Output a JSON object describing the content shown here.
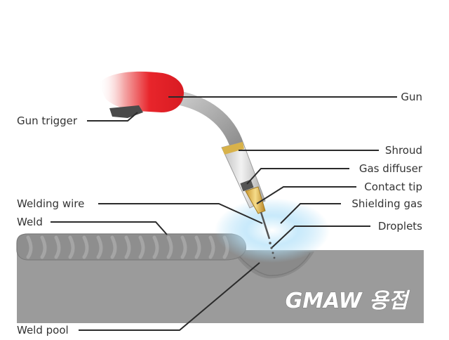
{
  "labels": {
    "gun": "Gun",
    "gun_trigger": "Gun trigger",
    "shroud": "Shroud",
    "gas_diffuser": "Gas diffuser",
    "contact_tip": "Contact tip",
    "shielding_gas": "Shielding gas",
    "welding_wire": "Welding wire",
    "droplets": "Droplets",
    "weld": "Weld",
    "weld_pool": "Weld pool"
  },
  "title": "GMAW 용접",
  "colors": {
    "handle": "#e8252b",
    "trigger": "#4a4a4a",
    "neck": "#a9a9a9",
    "shroud": "#d9d9d9",
    "brass": "#e8c35a",
    "gas_glow": "#9fd8f5",
    "base_metal": "#9b9b9b",
    "weld_bead": "#8e8e8e",
    "leader": "#2b2b2b",
    "text": "#333333"
  }
}
